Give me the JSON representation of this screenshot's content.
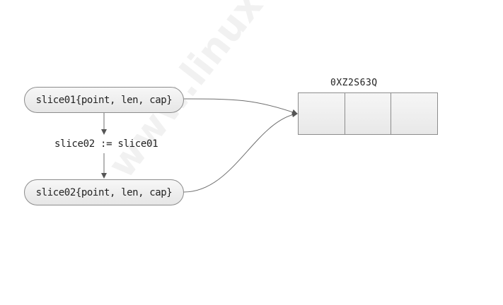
{
  "nodes": {
    "slice01": "slice01{point, len, cap}",
    "slice02": "slice02{point, len, cap}"
  },
  "assignment_label": "slice02 := slice01",
  "memory": {
    "address": "0XZ2S63Q",
    "cells": [
      "",
      "",
      ""
    ]
  },
  "watermark": "www.linuxea.com",
  "colors": {
    "stroke": "#6e6e6e",
    "box_border": "#8c8c8c",
    "box_fill_top": "#f7f7f7",
    "box_fill_bottom": "#e6e6e6"
  }
}
